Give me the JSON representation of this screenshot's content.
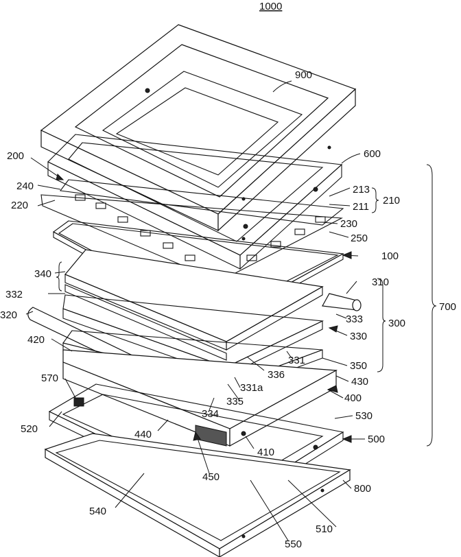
{
  "figure_number": "1000",
  "labels": {
    "l900": "900",
    "l600": "600",
    "l200": "200",
    "l240": "240",
    "l220": "220",
    "l213": "213",
    "l211": "211",
    "l210": "210",
    "l230": "230",
    "l250": "250",
    "l100": "100",
    "l340": "340",
    "l310": "310",
    "l332": "332",
    "l320": "320",
    "l333": "333",
    "l300": "300",
    "l330": "330",
    "l700": "700",
    "l420": "420",
    "l331": "331",
    "l350": "350",
    "l336": "336",
    "l331a": "331a",
    "l430": "430",
    "l570": "570",
    "l335": "335",
    "l400": "400",
    "l334": "334",
    "l530": "530",
    "l520": "520",
    "l440": "440",
    "l500": "500",
    "l410": "410",
    "l450": "450",
    "l800": "800",
    "l540": "540",
    "l510": "510",
    "l550": "550"
  }
}
